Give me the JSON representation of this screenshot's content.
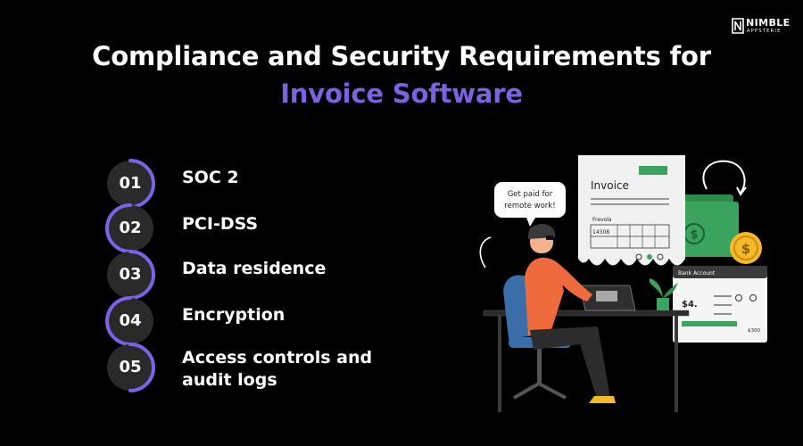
{
  "header": {
    "title_line1": "Compliance and Security Requirements for",
    "title_line2": "Invoice Software",
    "accent_color": "#7d61e0"
  },
  "brand": {
    "name": "NIMBLE",
    "sub": "APPSTERIE",
    "logo_icon": "nimble-logo-icon"
  },
  "steps": [
    {
      "num": "01",
      "label": "SOC 2"
    },
    {
      "num": "02",
      "label": "PCI-DSS"
    },
    {
      "num": "03",
      "label": "Data residence"
    },
    {
      "num": "04",
      "label": "Encryption"
    },
    {
      "num": "05",
      "label_line1": "Access controls and",
      "label_line2": "audit logs"
    }
  ],
  "illustration": {
    "speech_line1": "Get paid for",
    "speech_line2": "remote work!",
    "invoice_title": "Invoice",
    "invoice_field": "Frevola",
    "invoice_number": "14308",
    "bank_title": "Bank Account",
    "bank_amount": "$4.",
    "bank_small": "$300"
  },
  "colors": {
    "circle": "#2a2a2a",
    "ring": "#7e62e6",
    "money": "#3aa35e",
    "coin": "#f5b92a",
    "shirt": "#ef6a3c",
    "chair": "#3a6ea8"
  }
}
